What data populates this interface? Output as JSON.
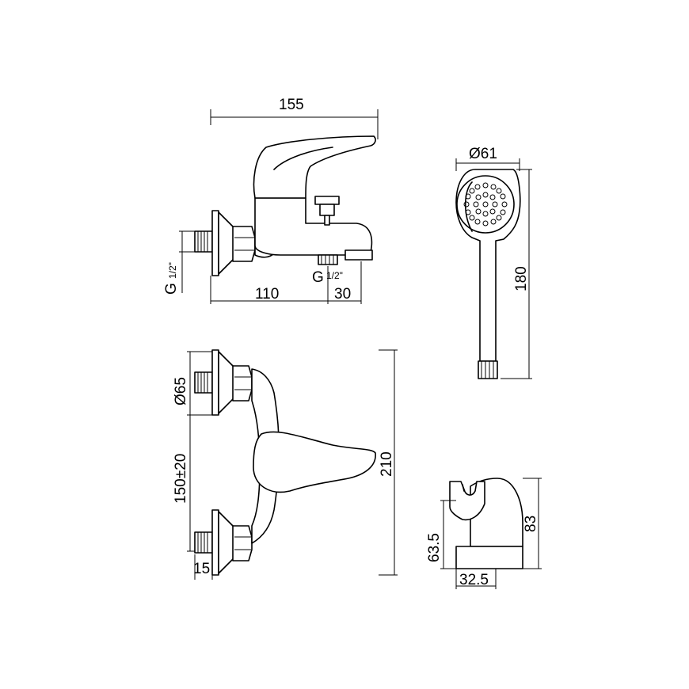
{
  "drawing": {
    "dimensions": {
      "overall_length": "155",
      "wall_to_center": "110",
      "spout_offset": "30",
      "inlet_thread_g": "G",
      "inlet_thread_half": "1/2\"",
      "outlet_thread_g": "G",
      "outlet_thread_half": "1/2\"",
      "flange_diameter": "Ø65",
      "inlet_spacing": "150±20",
      "total_width": "210",
      "thread_length": "15",
      "shower_head_diameter": "Ø61",
      "shower_length": "180",
      "holder_height": "83",
      "holder_hook_height": "63.5",
      "holder_depth": "32.5"
    }
  }
}
